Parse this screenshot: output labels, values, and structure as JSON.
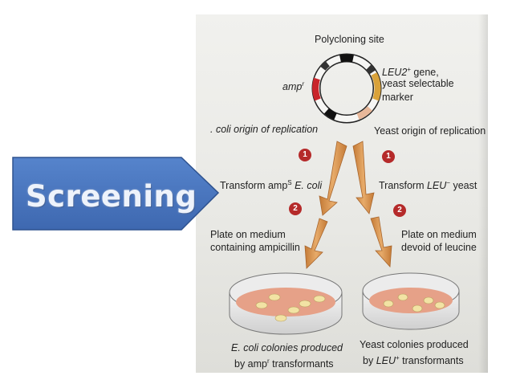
{
  "callout": {
    "label": "Screening",
    "fill": "#4a78c0"
  },
  "plasmid": {
    "site_label": "Polycloning site",
    "amp_label": "amp",
    "amp_sup": "r",
    "leu_gene_label_1": "LEU2",
    "leu_gene_sup": "+",
    "leu_gene_label_2": " gene,",
    "leu_gene_label_3": "yeast selectable",
    "leu_gene_label_4": "marker",
    "ecoli_origin": ". coli origin of replication",
    "yeast_origin": "Yeast origin of replication"
  },
  "left_path": {
    "step1": "1",
    "transform_1": "Transform amp",
    "transform_sup": "S",
    "transform_2": " E. coli",
    "step2": "2",
    "plate_1": "Plate on medium",
    "plate_2": "containing ampicillin",
    "result_1": "E. coli colonies produced",
    "result_2a": "by amp",
    "result_sup": "r",
    "result_2b": " transformants"
  },
  "right_path": {
    "step1": "1",
    "transform_1": "Transform ",
    "transform_2": "LEU",
    "transform_sup": "−",
    "transform_3": " yeast",
    "step2": "2",
    "plate_1": "Plate on medium",
    "plate_2": "devoid of leucine",
    "result_1": "Yeast colonies produced",
    "result_2a": "by ",
    "result_2b": "LEU",
    "result_sup": "+",
    "result_2c": " transformants"
  },
  "colors": {
    "arrow": "#d9924a",
    "dish_medium": "#e6a188",
    "colony": "#f2e3a4",
    "ring_red": "#c9252b",
    "ring_yellow": "#d9a23a",
    "ring_peach": "#e8b89a"
  }
}
